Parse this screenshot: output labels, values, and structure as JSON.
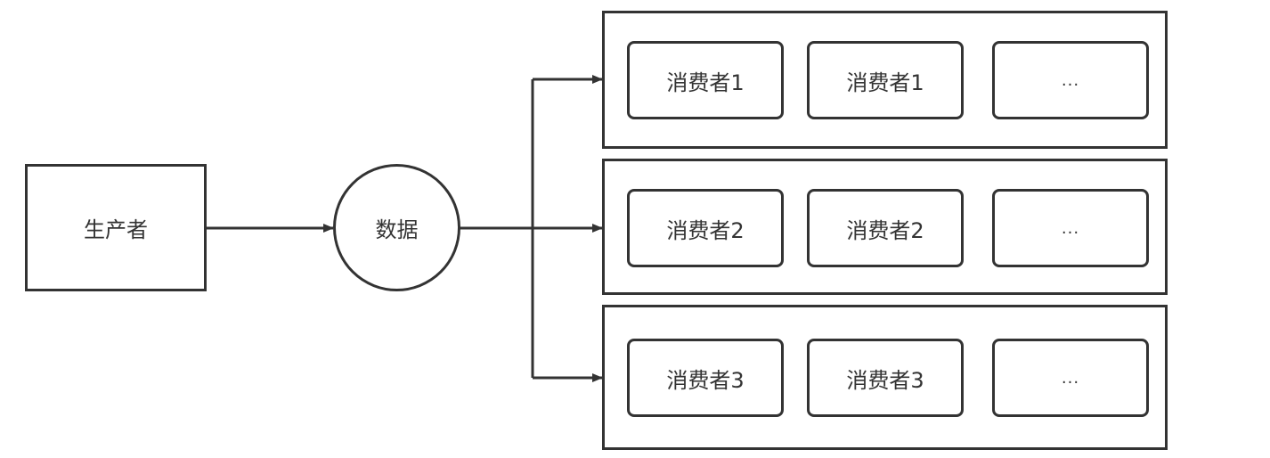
{
  "diagram": {
    "producer_label": "生产者",
    "data_label": "数据",
    "groups": [
      {
        "consumers": [
          "消费者1",
          "消费者1",
          "..."
        ]
      },
      {
        "consumers": [
          "消费者2",
          "消费者2",
          "..."
        ]
      },
      {
        "consumers": [
          "消费者3",
          "消费者3",
          "..."
        ]
      }
    ]
  },
  "colors": {
    "stroke": "#333333",
    "background": "#ffffff"
  }
}
